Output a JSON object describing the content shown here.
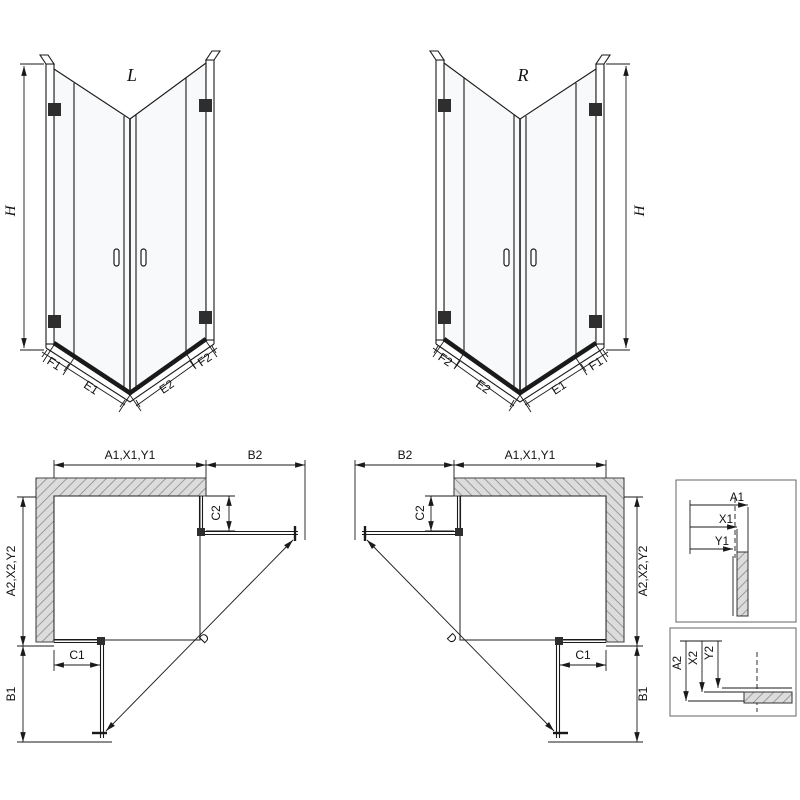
{
  "colors": {
    "line": "#1a1a1a",
    "wall_fill": "#dcdcdc",
    "wall_hatch": "#9a9a9a"
  },
  "front_left": {
    "variant": "L",
    "height": "H",
    "segments": [
      "F1",
      "E1",
      "E2",
      "F2"
    ]
  },
  "front_right": {
    "variant": "R",
    "height": "H",
    "segments": [
      "F2",
      "E2",
      "E1",
      "F1"
    ]
  },
  "plan_left": {
    "width_top": "A1,X1,Y1",
    "door_top": "B2",
    "return_top": "C2",
    "depth_side": "A2,X2,Y2",
    "return_bottom": "C1",
    "door_bottom": "B1",
    "diagonal": "D"
  },
  "plan_right": {
    "width_top": "A1,X1,Y1",
    "door_top": "B2",
    "return_top": "C2",
    "depth_side": "A2,X2,Y2",
    "return_bottom": "C1",
    "door_bottom": "B1",
    "diagonal": "D"
  },
  "detail_top": {
    "dims": [
      "A1",
      "X1",
      "Y1"
    ]
  },
  "detail_bottom": {
    "dims": [
      "A2",
      "X2",
      "Y2"
    ]
  }
}
